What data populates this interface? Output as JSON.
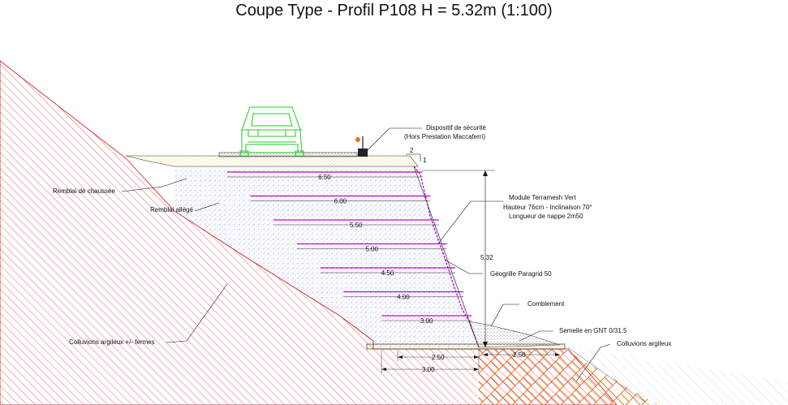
{
  "title": "Coupe Type - Profil P108 H = 5.32m (1:100)",
  "labels": {
    "dispositif_line1": "Dispositif de sécurité",
    "dispositif_line2": "(Hors Prestation Maccaferri)",
    "remblai_chaussee": "Remblai de chaussée",
    "remblai_allege": "Remblai allégé",
    "colluvions_fermes": "Colluvions argileux +/- fermes",
    "module_line1": "Module Terramesh Vert",
    "module_line2": "Hauteur 76cm - Inclinaison 70°",
    "module_line3": "Longueur de nappe 2m50",
    "geogrille": "Géogrille Paragrid 50",
    "comblement": "Comblement",
    "semelle": "Semelle en GNT 0/31.5",
    "colluvions": "Colluvions argileux"
  },
  "slope": {
    "run": "2",
    "rise": "1"
  },
  "height_dim": "5.32",
  "layers": [
    {
      "length_label": "6.50",
      "length_m": 6.5
    },
    {
      "length_label": "6.00",
      "length_m": 6.0
    },
    {
      "length_label": "5.50",
      "length_m": 5.5
    },
    {
      "length_label": "5.00",
      "length_m": 5.0
    },
    {
      "length_label": "4.50",
      "length_m": 4.5
    },
    {
      "length_label": "4.00",
      "length_m": 4.0
    },
    {
      "length_label": "3.00",
      "length_m": 3.0
    }
  ],
  "foundation_dims": {
    "left_inner": "2.50",
    "left_outer": "3.00",
    "right": "2.50"
  },
  "colors": {
    "hatch_red": "#e02020",
    "fill_blue": "#2a4fd0",
    "reinforcement": "#cc00cc",
    "car": "#22cc22",
    "road_yellow": "#e8b400",
    "foundation_orange": "#e07020",
    "lamp": "#e07b20"
  }
}
